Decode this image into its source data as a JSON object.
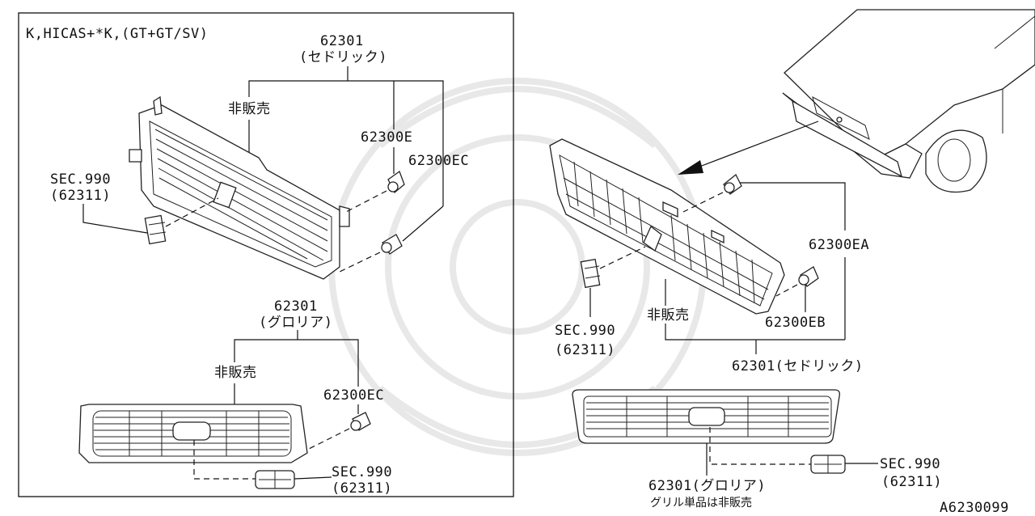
{
  "figure_id": "A6230099",
  "left_panel": {
    "spec_label": "K,HICAS+*K,(GT+GT/SV)",
    "cedric": {
      "part_no": "62301",
      "part_name": "(セドリック)",
      "not_sold": "非販売",
      "clip_1": "62300E",
      "clip_2": "62300EC",
      "emblem_sec": "SEC.990",
      "emblem_no": "(62311)"
    },
    "gloria": {
      "part_no": "62301",
      "part_name": "(グロリア)",
      "not_sold": "非販売",
      "clip": "62300EC",
      "emblem_sec": "SEC.990",
      "emblem_no": "(62311)"
    }
  },
  "right_panel": {
    "cedric": {
      "clip_a": "62300EA",
      "clip_b": "62300EB",
      "not_sold": "非販売",
      "emblem_sec": "SEC.990",
      "emblem_no": "(62311)",
      "part_label": "62301(セドリック)"
    },
    "gloria": {
      "part_label": "62301(グロリア)",
      "note": "グリル単品は非販売",
      "emblem_sec": "SEC.990",
      "emblem_no": "(62311)"
    }
  }
}
